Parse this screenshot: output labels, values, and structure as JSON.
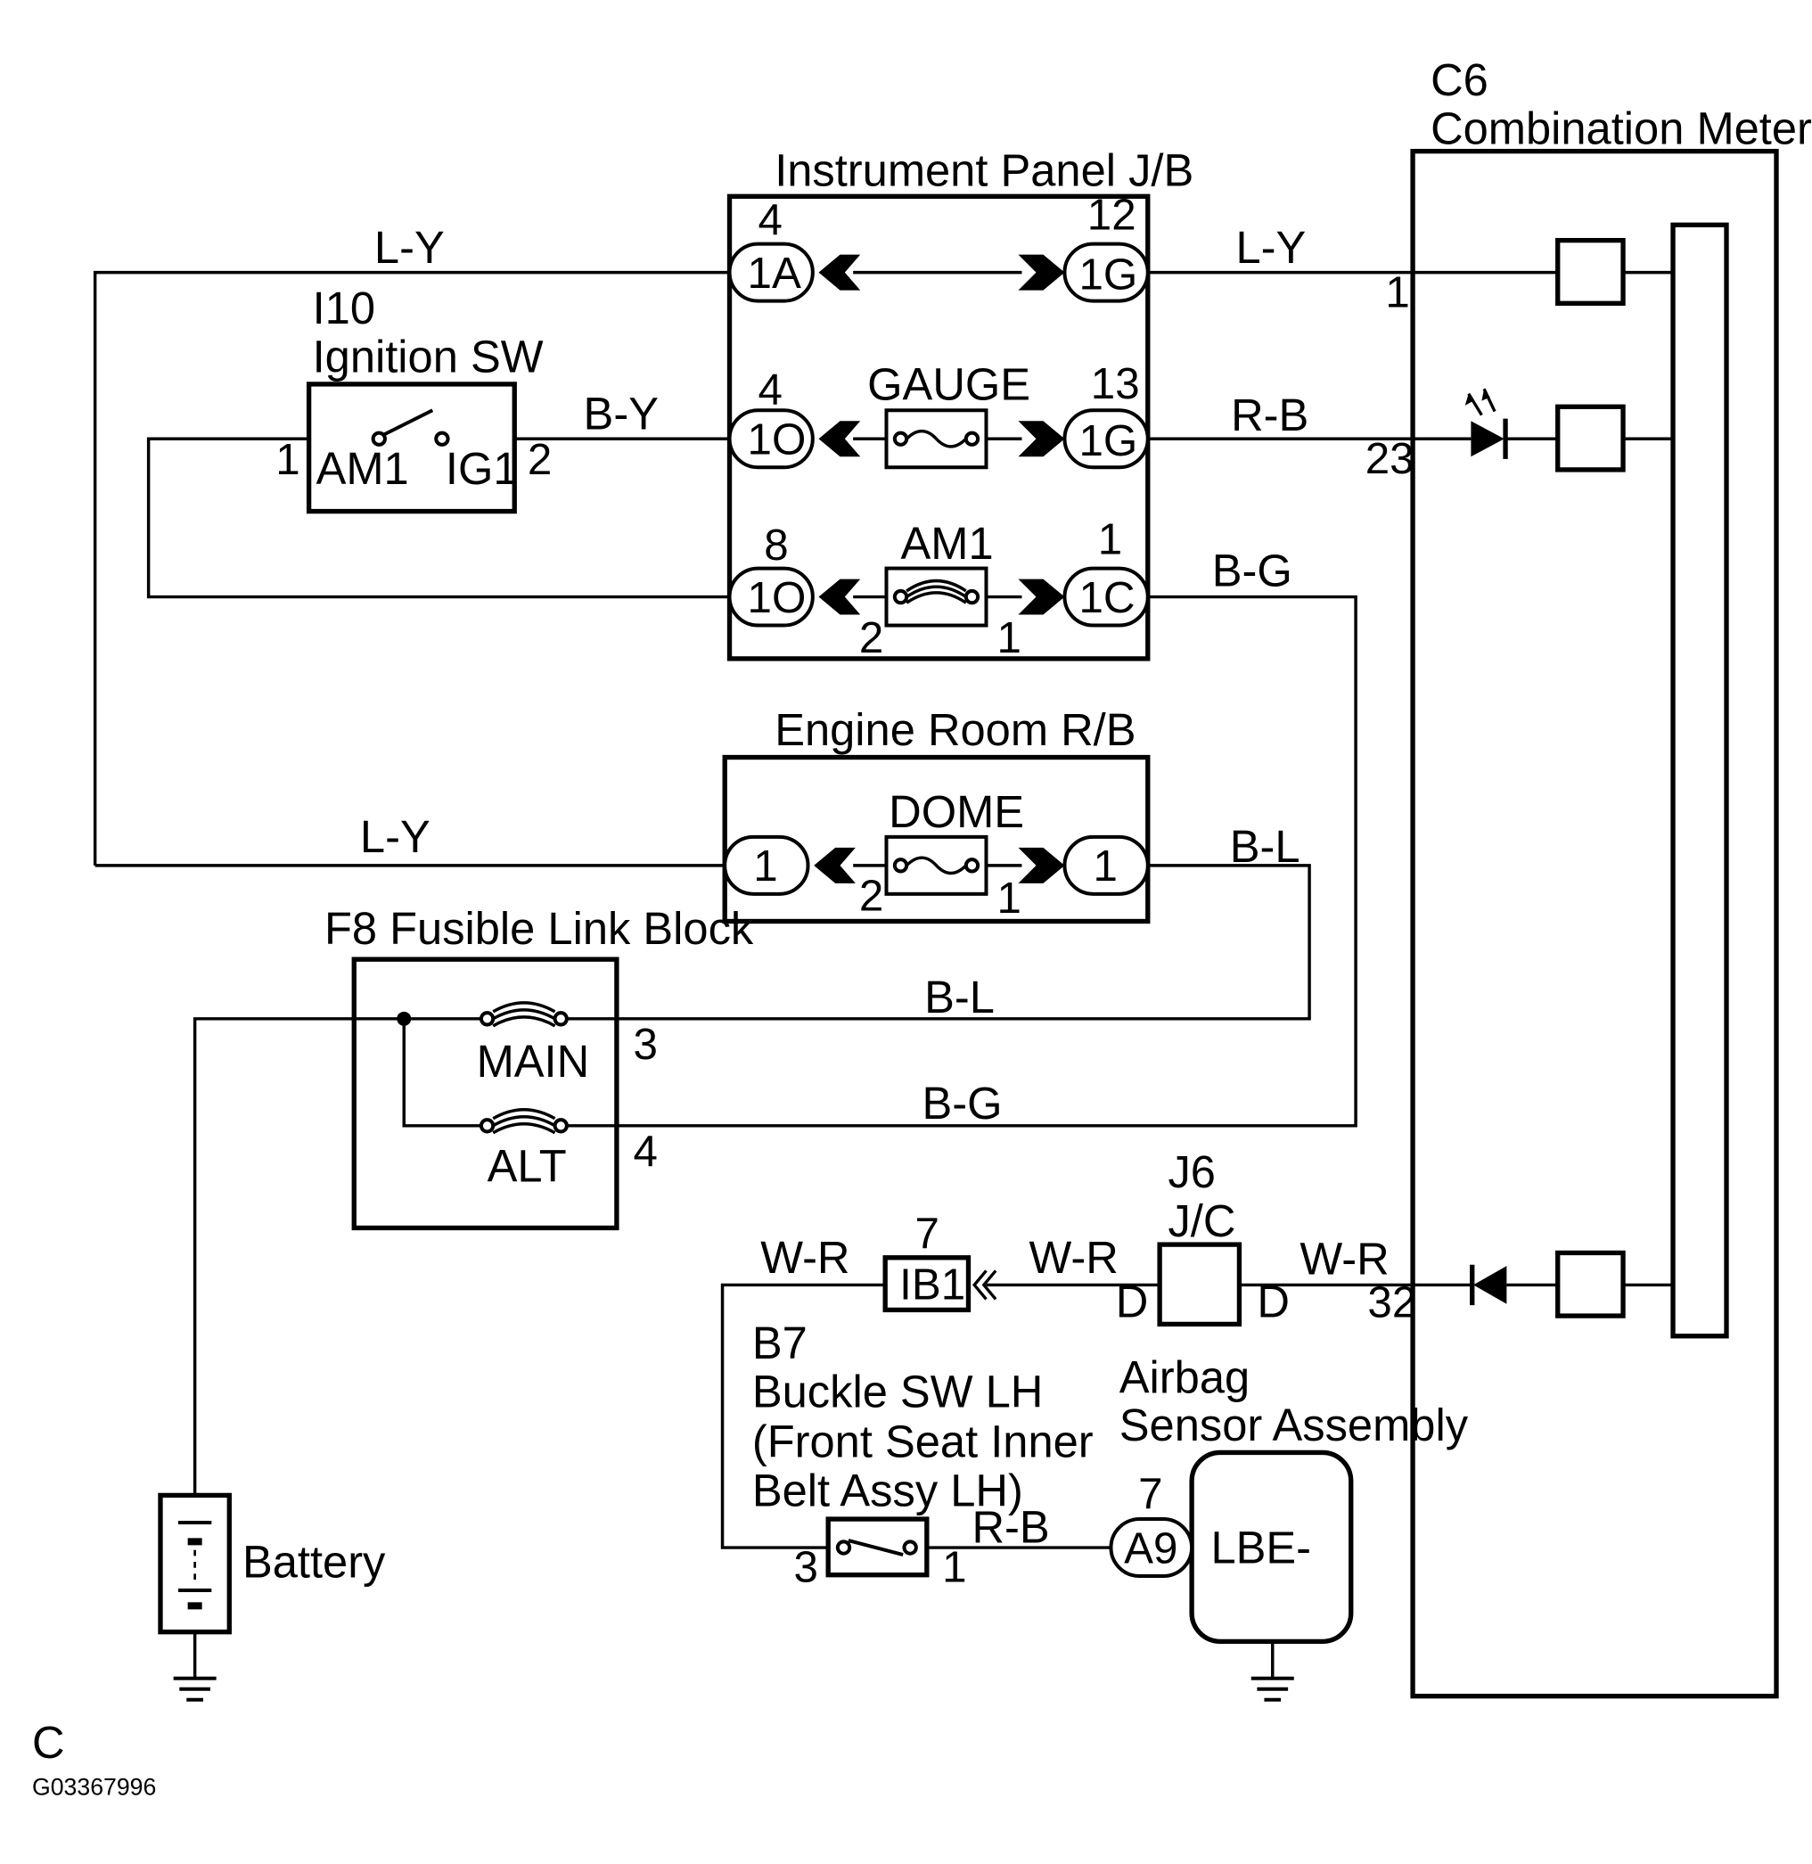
{
  "meter": {
    "code": "C6",
    "name": "Combination Meter",
    "pin_top": "1",
    "pin_mid": "23",
    "pin_bot": "32"
  },
  "ip_jb": {
    "title": "Instrument Panel J/B",
    "row1": {
      "left_conn": "1A",
      "left_pin": "4",
      "right_conn": "1G",
      "right_pin": "12"
    },
    "row2": {
      "left_conn": "1O",
      "left_pin": "4",
      "fuse": "GAUGE",
      "right_conn": "1G",
      "right_pin": "13"
    },
    "row3": {
      "left_conn": "1O",
      "left_pin": "8",
      "fuse": "AM1",
      "right_conn": "1C",
      "right_pin": "1",
      "fuse_pin_left": "2",
      "fuse_pin_right": "1"
    }
  },
  "ignition": {
    "code": "I10",
    "name": "Ignition SW",
    "am1": "AM1",
    "ig1": "IG1",
    "pin_left": "1",
    "pin_right": "2"
  },
  "engine_rb": {
    "title": "Engine Room R/B",
    "fuse": "DOME",
    "left_conn": "1",
    "right_conn": "1",
    "fuse_pin_left": "2",
    "fuse_pin_right": "1"
  },
  "fusible": {
    "title": "F8 Fusible Link Block",
    "main": "MAIN",
    "alt": "ALT",
    "pin_main": "3",
    "pin_alt": "4"
  },
  "jc": {
    "code": "J6",
    "name": "J/C",
    "left": "D",
    "right": "D"
  },
  "ib1": {
    "conn": "IB1",
    "pin": "7"
  },
  "buckle": {
    "code": "B7",
    "line1": "Buckle SW LH",
    "line2": "(Front Seat Inner",
    "line3": "Belt Assy LH)",
    "pin_left": "3",
    "pin_right": "1"
  },
  "airbag": {
    "line1": "Airbag",
    "line2": "Sensor Assembly",
    "conn": "A9",
    "pin": "7",
    "terminal": "LBE-"
  },
  "battery": {
    "name": "Battery"
  },
  "wires": {
    "ly_top_left": "L-Y",
    "ly_top_right": "L-Y",
    "by": "B-Y",
    "rb_meter": "R-B",
    "bg_top": "B-G",
    "ly_engine": "L-Y",
    "bl_engine": "B-L",
    "bl_main": "B-L",
    "bg_alt": "B-G",
    "wr_left": "W-R",
    "wr_mid": "W-R",
    "wr_right": "W-R",
    "rb_buckle": "R-B"
  },
  "footer": {
    "letter": "C",
    "code": "G03367996"
  }
}
